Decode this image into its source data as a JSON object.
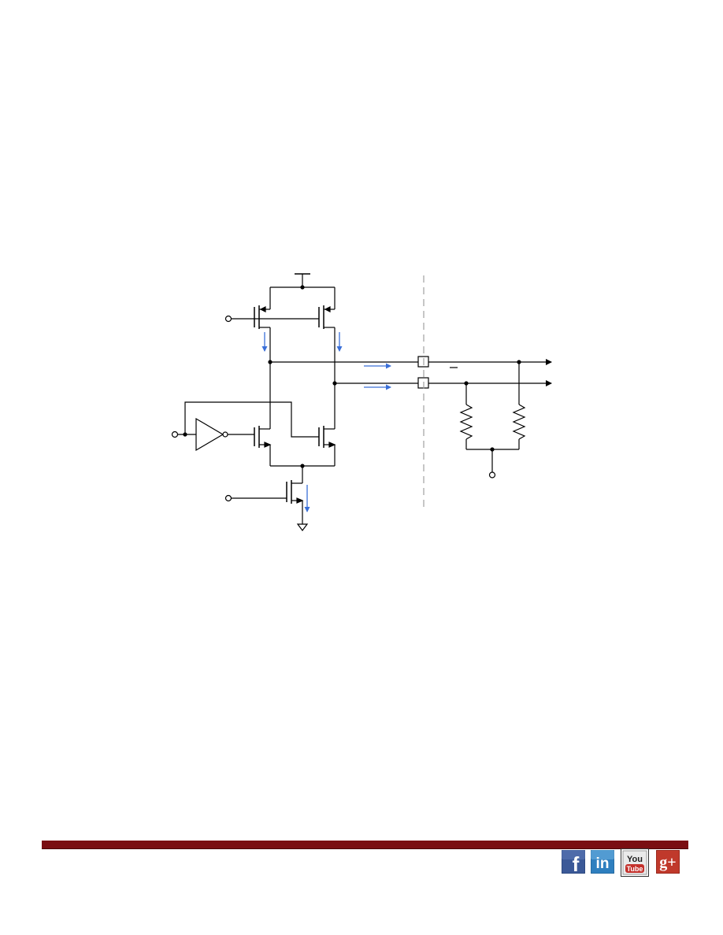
{
  "colors": {
    "wire": "#000000",
    "current_arrow": "#3a6fd8",
    "divider": "#a0a0a0",
    "footer_bar": "#7a0e12",
    "facebook": "#3b5998",
    "linkedin": "#2e7fbf",
    "youtube": "#c4302b",
    "googleplus": "#c0392b"
  },
  "footer": {
    "social_links": [
      {
        "name": "facebook",
        "icon": "facebook-icon",
        "glyph": "f"
      },
      {
        "name": "linkedin",
        "icon": "linkedin-icon",
        "glyph": "in"
      },
      {
        "name": "youtube",
        "icon": "youtube-icon",
        "glyph": "You",
        "glyph2": "Tube"
      },
      {
        "name": "googleplus",
        "icon": "googleplus-icon",
        "glyph": "g+"
      }
    ]
  }
}
